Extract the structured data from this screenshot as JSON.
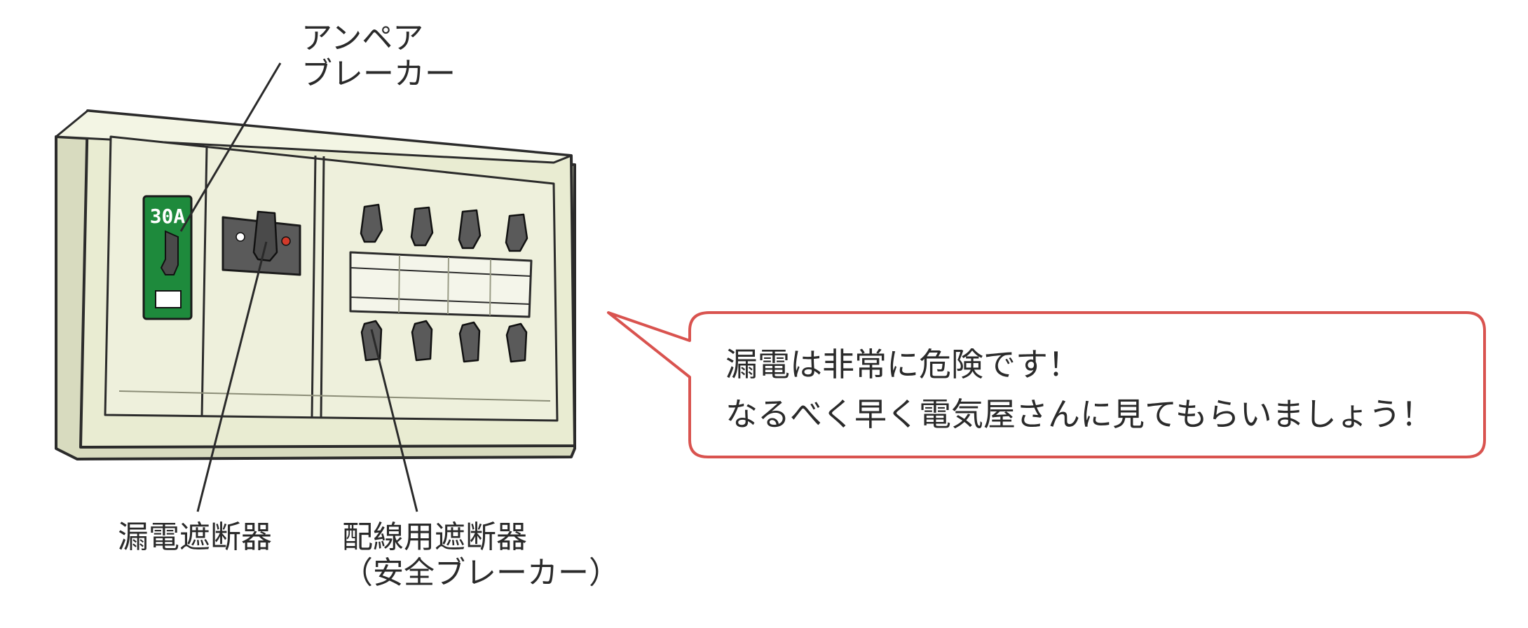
{
  "labels": {
    "ampere_breaker": [
      "アンペア",
      "ブレーカー"
    ],
    "leakage_breaker": "漏電遮断器",
    "wiring_breaker": [
      "配線用遮断器",
      "（安全ブレーカー）"
    ]
  },
  "panel": {
    "ampere_rating": "30A"
  },
  "speech_bubble": {
    "lines": [
      "漏電は非常に危険です！",
      "なるべく早く電気屋さんに見てもらいましょう！"
    ]
  },
  "colors": {
    "panel_body": "#e9ecd2",
    "panel_inner": "#eef0dc",
    "outline": "#2b2b2b",
    "ampere_breaker": "#1e8a3c",
    "switch": "#555555",
    "bubble_border": "#d9534f",
    "lamp_red": "#d23a2a"
  }
}
